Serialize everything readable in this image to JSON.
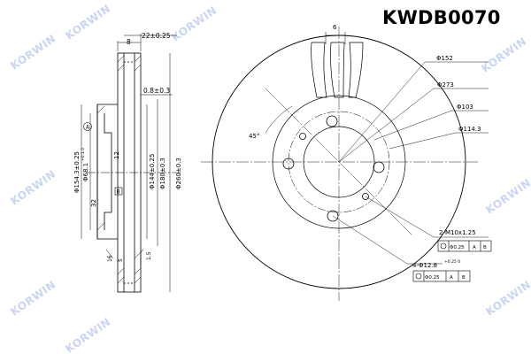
{
  "part_number": "KWDB0070",
  "watermark": "KORWIN",
  "dimensions": {
    "width_total": "22±0.25",
    "disc_thickness": "8",
    "runout": "0.8±0.3",
    "diam_154": "Φ154.3±0.25",
    "diam_68": "Φ68.1",
    "diam_68_tol": "+0.1 0",
    "diam_144": "Φ144±0.25",
    "diam_180": "Φ180±0.3",
    "diam_260": "Φ260±0.3",
    "depth_32": "32",
    "depth_12": "12",
    "small_5": "5",
    "small_16": "16",
    "small_15": "1.5",
    "top_6": "6",
    "dia_152": "Φ152",
    "dia_273": "Φ273",
    "dia_103": "Φ103",
    "dia_1143": "Φ114.3",
    "angle_45": "45°",
    "thread": "2-M10x1.25",
    "holes": "4-Φ12.8",
    "holes_tol": "+0.25 0",
    "tol_value_1": "Φ0.25",
    "tol_value_2": "Φ0.25",
    "tol_ref_a": "A",
    "tol_ref_b": "B",
    "tol_ref_a2": "A",
    "tol_ref_b2": "B",
    "datum_a": "A",
    "datum_b": "B"
  }
}
